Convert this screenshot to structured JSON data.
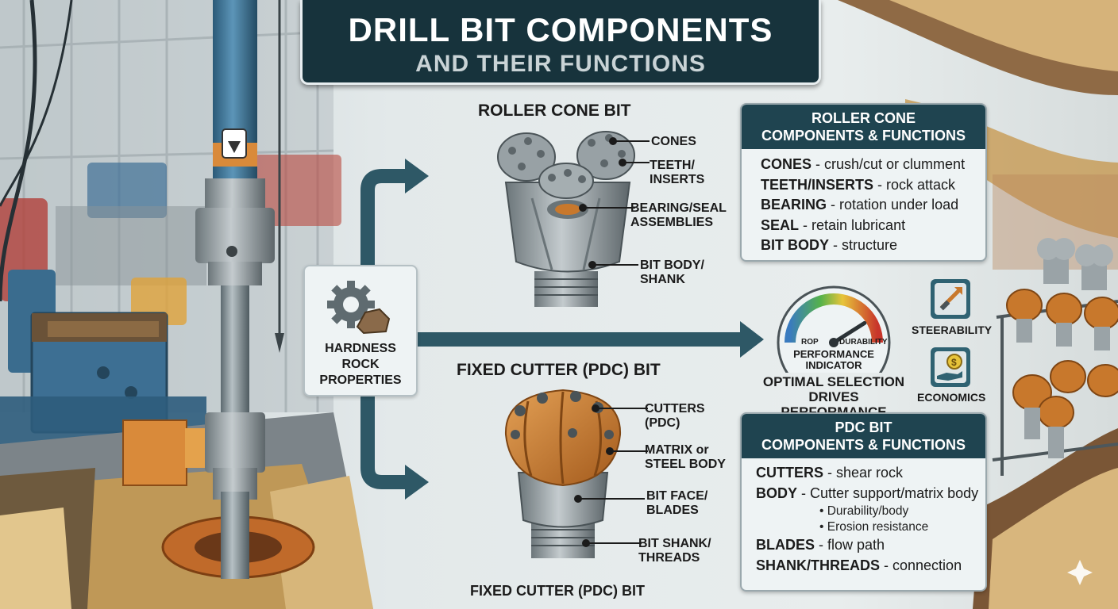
{
  "header": {
    "title": "DRILL BIT COMPONENTS",
    "subtitle": "AND THEIR FUNCTIONS"
  },
  "roller_cone_bit": {
    "title": "ROLLER CONE BIT",
    "labels": [
      [
        "CONES"
      ],
      [
        "TEETH/",
        "INSERTS"
      ],
      [
        "BEARING/SEAL",
        "ASSEMBLIES"
      ],
      [
        "BIT BODY/",
        "SHANK"
      ]
    ]
  },
  "pdc_bit": {
    "title": "FIXED CUTTER (PDC) BIT",
    "bottom_title": "FIXED CUTTER (PDC) BIT",
    "labels": [
      [
        "CUTTERS",
        "(PDC)"
      ],
      [
        "MATRIX or",
        "STEEL BODY"
      ],
      [
        "BIT FACE/",
        "BLADES"
      ],
      [
        "BIT SHANK/",
        "THREADS"
      ]
    ]
  },
  "hardness": {
    "lines": [
      "HARDNESS",
      "ROCK",
      "PROPERTIES"
    ]
  },
  "gauge": {
    "rop_label": "ROP",
    "durability_label": "DURABILITY",
    "name_lines": [
      "PERFORMANCE",
      "INDICATOR"
    ],
    "caption_lines": [
      "OPTIMAL SELECTION",
      "DRIVES PERFORMANCE"
    ],
    "needle_fraction": 0.82
  },
  "side_icons": {
    "steerability": "STEERABILITY",
    "economics": "ECONOMICS"
  },
  "roller_panel": {
    "title_lines": [
      "ROLLER CONE",
      "COMPONENTS & FUNCTIONS"
    ],
    "rows": [
      {
        "term": "CONES",
        "desc": " - crush/cut or clumment"
      },
      {
        "term": "TEETH/INSERTS",
        "desc": " - rock attack"
      },
      {
        "term": "BEARING",
        "desc": " - rotation under load"
      },
      {
        "term": "SEAL",
        "desc": " - retain lubricant"
      },
      {
        "term": "BIT BODY",
        "desc": " - structure"
      }
    ]
  },
  "pdc_panel": {
    "title_lines": [
      "PDC BIT",
      "COMPONENTS & FUNCTIONS"
    ],
    "rows": [
      {
        "term": "CUTTERS",
        "desc": " - shear rock"
      },
      {
        "term": "BODY",
        "desc": " -  Cutter support/matrix body"
      },
      {
        "term": "BLADES",
        "desc": " - flow path"
      },
      {
        "term": "SHANK/THREADS",
        "desc": " - connection"
      }
    ],
    "body_subitems": [
      "• Durability/body",
      "• Erosion resistance"
    ]
  },
  "colors": {
    "panel_header": "#1f4450",
    "title_bg": "#17333c",
    "arrow": "#2e5866",
    "pdc_orange": "#c8782c",
    "steel": "#8d969a"
  }
}
